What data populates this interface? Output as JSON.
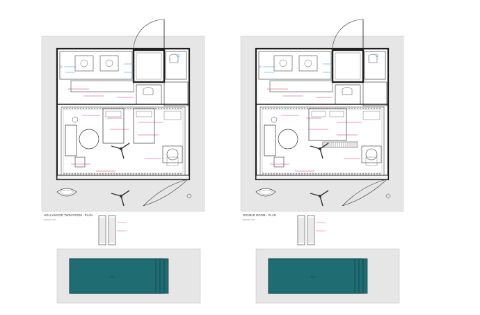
{
  "plans": [
    {
      "id": "twin",
      "title": "HOLLYWOOD TWIN ROOM - PLAN",
      "scale": "SCALE 1:50",
      "bed": "twin",
      "pool_label": "Pool"
    },
    {
      "id": "double",
      "title": "DOUBLE ROOM - PLAN",
      "scale": "SCALE 1:50",
      "bed": "double",
      "pool_label": "Pool"
    }
  ],
  "colors": {
    "site": "#e6e6e6",
    "wall": "#1f1f1f",
    "floor": "#ffffff",
    "pool": "#1f6c72",
    "pool_edge": "#0f3f43",
    "annotation_red": "#d2344a",
    "annotation_blue": "#2d8fc9",
    "dim_grey": "#9a9a9a"
  }
}
